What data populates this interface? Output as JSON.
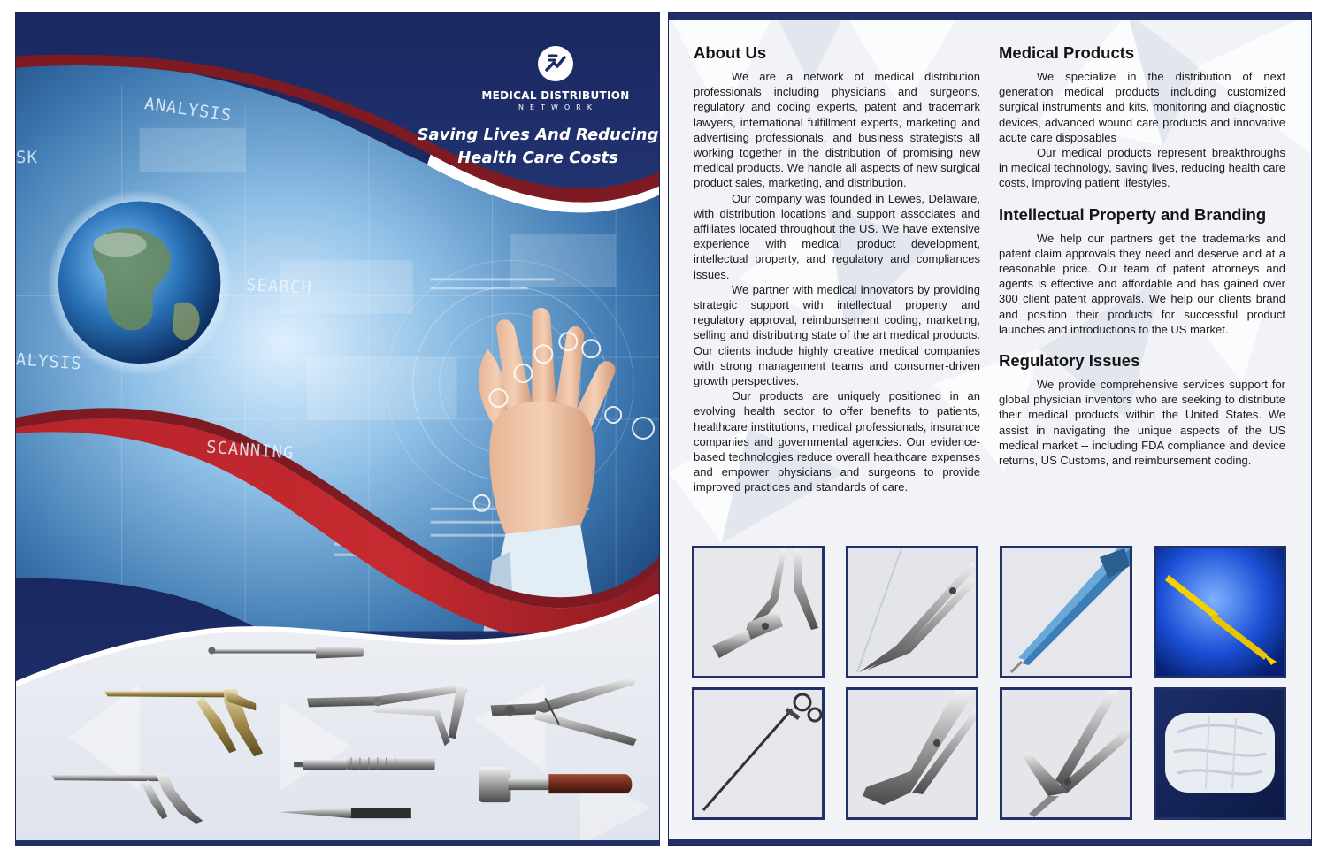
{
  "brochure": {
    "logo": {
      "name": "MEDICAL DISTRIBUTION",
      "subname": "NETWORK",
      "icon": "mdn-logo-icon"
    },
    "tagline_line1": "Saving Lives And Reducing",
    "tagline_line2": "Health Care Costs",
    "hero_labels": {
      "analysis": "ANALYSIS",
      "sk": "SK",
      "search": "SEARCH",
      "alysis": "ALYSIS",
      "scanning": "SCANNING"
    },
    "colors": {
      "navy": "#1b2a63",
      "red": "#c0272d",
      "dark_red": "#7d1a22"
    }
  },
  "about": {
    "heading": "About Us",
    "p1": "We are a network of medical distribution professionals including physicians and surgeons, regulatory and coding experts, patent and trademark lawyers, international fulfillment experts, marketing and advertising professionals, and business strategists all working together in the distribution of promising new medical products.  We handle all aspects of new surgical product sales, marketing, and distribution.",
    "p2": "Our company was founded in Lewes, Delaware, with distribution locations and support associates and affiliates located throughout the US. We have extensive experience with medical product development, intellectual property, and regulatory and compliances issues.",
    "p3": "We partner with medical innovators by providing strategic support with intellectual property and regulatory approval, reimbursement coding, marketing, selling and distributing state of the art medical products. Our clients include highly creative medical companies with strong management teams and consumer-driven growth perspectives.",
    "p4": "Our products are uniquely positioned in an evolving health sector to offer benefits to patients, healthcare institutions, medical professionals, insurance companies and governmental agencies. Our evidence-based technologies reduce overall healthcare expenses and empower physicians and surgeons to provide improved practices and standards of care."
  },
  "products": {
    "heading": "Medical Products",
    "p1": "We specialize in the distribution of next generation medical products including customized surgical instruments and kits, monitoring and diagnostic devices, advanced wound care products and innovative acute care disposables",
    "p2": "Our medical products represent breakthroughs in medical technology, saving lives, reducing health care costs, improving patient lifestyles."
  },
  "ip": {
    "heading": "Intellectual Property and Branding",
    "p1": "We help our partners get the trademarks and patent claim approvals they need and deserve and at a reasonable price. Our team of patent attorneys and agents is effective and affordable and has gained over 300 client patent approvals. We help our clients brand and position their products for successful product launches and introductions to the US market."
  },
  "regulatory": {
    "heading": "Regulatory Issues",
    "p1": "We provide comprehensive services support for global physician inventors who are seeking to distribute their medical products within the United States.  We assist in navigating the unique aspects of the US medical market -- including FDA compliance and device returns, US Customs, and reimbursement coding."
  },
  "gallery": [
    {
      "icon": "bone-cutter-icon"
    },
    {
      "icon": "needle-holder-icon"
    },
    {
      "icon": "forceps-icon"
    },
    {
      "icon": "yellow-probe-icon"
    },
    {
      "icon": "laparoscopic-grasper-icon"
    },
    {
      "icon": "curved-clamp-icon"
    },
    {
      "icon": "angled-scissors-icon"
    },
    {
      "icon": "wound-dressing-icon"
    }
  ]
}
